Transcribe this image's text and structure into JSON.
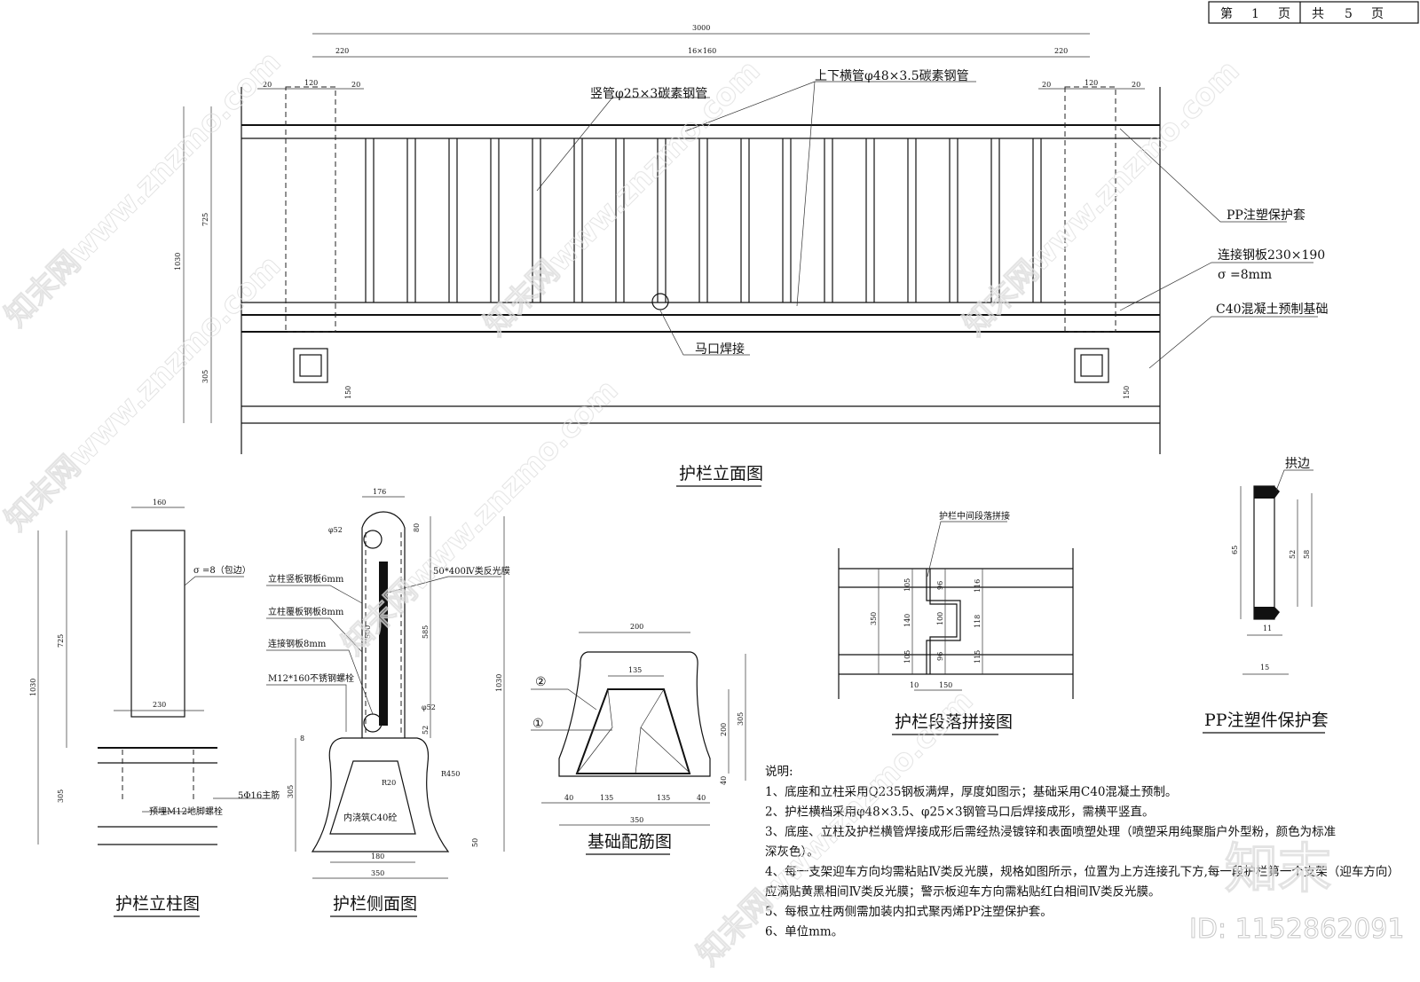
{
  "header": {
    "page_label": "第",
    "page_no": "1",
    "page_unit": "页",
    "total_label": "共",
    "total_no": "5",
    "total_unit": "页"
  },
  "elevation": {
    "title": "护栏立面图",
    "dims": {
      "total": "3000",
      "left_end": "220",
      "middle": "16×160",
      "right_end": "220",
      "post": "120",
      "gap": "20",
      "height": "1030",
      "upper": "725",
      "lower": "305",
      "base": "150"
    },
    "labels": {
      "vertical_pipe": "竖管φ25×3碳素钢管",
      "rail_pipe": "上下横管φ48×3.5碳素钢管",
      "pp_cover": "PP注塑保护套",
      "plate": "连接钢板230×190",
      "plate_thk": "σ =8mm",
      "foundation": "C40混凝土预制基础",
      "weld": "马口焊接"
    }
  },
  "post_view": {
    "title": "护栏立柱图",
    "dims": {
      "width": "160",
      "plate": "230",
      "height": "1030",
      "upper": "725",
      "lower": "305"
    },
    "labels": {
      "thickness": "σ =8（包边）",
      "anchor": "预埋M12地脚螺栓",
      "rebar": "5Φ16主筋"
    }
  },
  "side_view": {
    "title": "护栏侧面图",
    "dims": {
      "width": "176",
      "hole_top": "φ52",
      "hole_bottom": "φ52",
      "top": "80",
      "film": "500",
      "mid": "585",
      "bottom": "52",
      "height": "1030",
      "base": "305",
      "foot": "50",
      "plate": "8",
      "w_inner": "180",
      "w_base": "350",
      "r1": "R20",
      "r2": "R450"
    },
    "labels": {
      "vertical_plate": "立柱竖板钢板6mm",
      "cover_plate": "立柱覆板钢板8mm",
      "connect_plate": "连接钢板8mm",
      "bolt": "M12*160不锈钢螺栓",
      "film": "50*400Ⅳ类反光膜",
      "concrete": "内浇筑C40砼"
    }
  },
  "rebar_view": {
    "title": "基础配筋图",
    "dims": {
      "top": "200",
      "inner_top": "135",
      "height": "305",
      "inner_h": "200",
      "cover": "40",
      "b1": "40",
      "b2": "135",
      "b3": "135",
      "b4": "40",
      "total": "350"
    },
    "labels": {
      "mark1": "①",
      "mark2": "②"
    }
  },
  "splice_view": {
    "title": "护栏段落拼接图",
    "label": "护栏中间段落拼接",
    "dims": {
      "total": "350",
      "l_top": "105",
      "l_mid": "140",
      "l_bot": "105",
      "c_top": "96",
      "c_mid": "100",
      "c_bot": "96",
      "r_top": "116",
      "r_mid": "118",
      "r_bot": "115",
      "gap": "10",
      "width": "150"
    }
  },
  "pp_view": {
    "title": "PP注塑件保护套",
    "label": "拱边",
    "dims": {
      "outer": "65",
      "inner": "52",
      "mid": "58",
      "lip": "11",
      "width": "15"
    }
  },
  "notes": {
    "heading": "说明:",
    "items": [
      "1、底座和立柱采用Q235钢板满焊，厚度如图示；基础采用C40混凝土预制。",
      "2、护栏横档采用φ48×3.5、φ25×3钢管马口后焊接成形，需横平竖直。",
      "3、底座、立柱及护栏横管焊接成形后需经热浸镀锌和表面喷塑处理（喷塑采用纯聚脂户外型粉，颜色为标准",
      "深灰色）。",
      "4、每一支架迎车方向均需粘贴Ⅳ类反光膜，规格如图所示，位置为上方连接孔下方,每一段护栏第一个支架（迎车方向）",
      "应满贴黄黑相间Ⅳ类反光膜；警示板迎车方向需粘贴红白相间Ⅳ类反光膜。",
      "5、每根立柱两侧需加装内扣式聚丙烯PP注塑保护套。",
      "6、单位mm。"
    ]
  },
  "watermark": {
    "site": "知末网www.znzmo.com",
    "logo": "知末",
    "id": "ID: 1152862091"
  }
}
